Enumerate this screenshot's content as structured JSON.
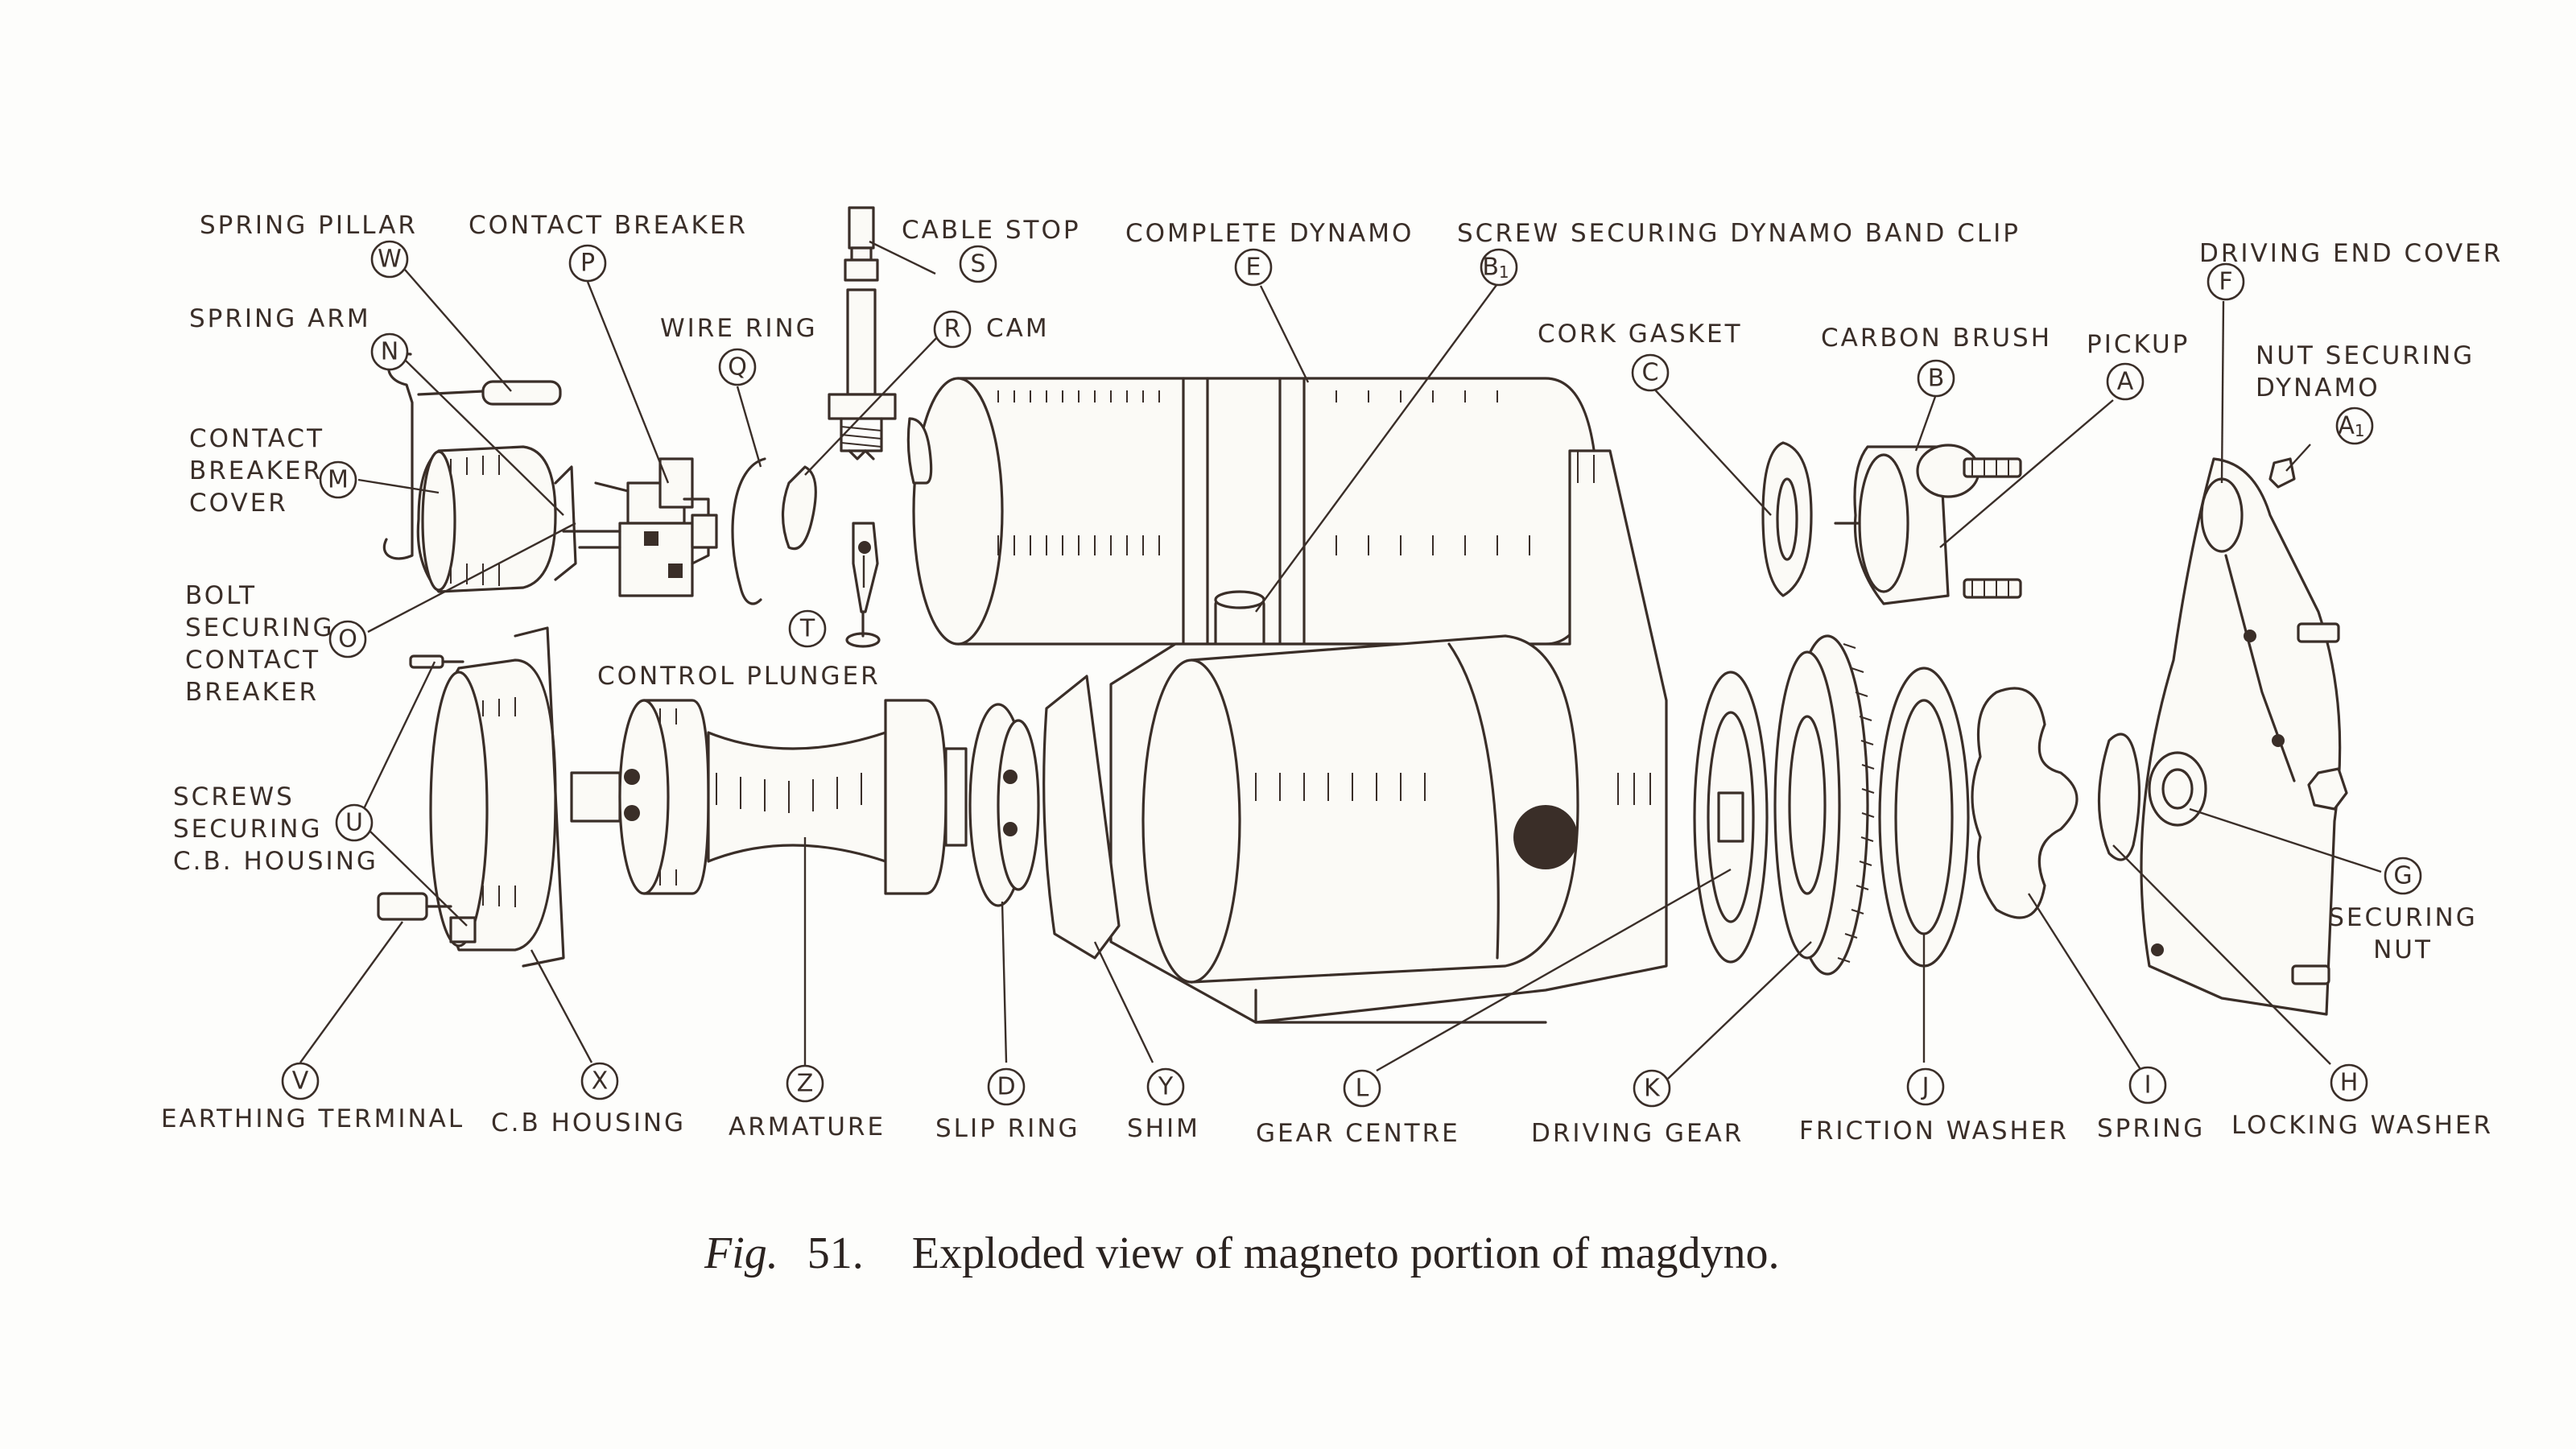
{
  "caption": {
    "fig_label": "Fig.",
    "fig_number": "51.",
    "text": "Exploded view of magneto portion of magdyno."
  },
  "labels": [
    {
      "letter": "W",
      "sub": "",
      "lines": [
        "SPRING PILLAR"
      ]
    },
    {
      "letter": "P",
      "sub": "",
      "lines": [
        "CONTACT BREAKER"
      ]
    },
    {
      "letter": "S",
      "sub": "",
      "lines": [
        "CABLE STOP"
      ]
    },
    {
      "letter": "E",
      "sub": "",
      "lines": [
        "COMPLETE DYNAMO"
      ]
    },
    {
      "letter": "B",
      "sub": "1",
      "lines": [
        "SCREW SECURING DYNAMO BAND CLIP"
      ]
    },
    {
      "letter": "F",
      "sub": "",
      "lines": [
        "DRIVING END COVER"
      ]
    },
    {
      "letter": "N",
      "sub": "",
      "lines": [
        "SPRING ARM"
      ]
    },
    {
      "letter": "Q",
      "sub": "",
      "lines": [
        "WIRE RING"
      ]
    },
    {
      "letter": "R",
      "sub": "",
      "lines": [
        "CAM"
      ]
    },
    {
      "letter": "C",
      "sub": "",
      "lines": [
        "CORK GASKET"
      ]
    },
    {
      "letter": "B",
      "sub": "",
      "lines": [
        "CARBON BRUSH"
      ]
    },
    {
      "letter": "A",
      "sub": "",
      "lines": [
        "PICKUP"
      ]
    },
    {
      "letter": "A",
      "sub": "1",
      "lines": [
        "NUT SECURING",
        "DYNAMO"
      ]
    },
    {
      "letter": "M",
      "sub": "",
      "lines": [
        "CONTACT",
        "BREAKER",
        "COVER"
      ]
    },
    {
      "letter": "O",
      "sub": "",
      "lines": [
        "BOLT",
        "SECURING",
        "CONTACT",
        "BREAKER"
      ]
    },
    {
      "letter": "T",
      "sub": "",
      "lines": []
    },
    {
      "letter": "U",
      "sub": "",
      "lines": [
        "SCREWS",
        "SECURING",
        "C.B. HOUSING"
      ]
    },
    {
      "letter": "",
      "sub": "",
      "lines": [
        "CONTROL PLUNGER"
      ]
    },
    {
      "letter": "G",
      "sub": "",
      "lines": [
        "SECURING",
        "NUT"
      ]
    },
    {
      "letter": "V",
      "sub": "",
      "lines": [
        "EARTHING TERMINAL"
      ]
    },
    {
      "letter": "X",
      "sub": "",
      "lines": [
        "C.B HOUSING"
      ]
    },
    {
      "letter": "Z",
      "sub": "",
      "lines": [
        "ARMATURE"
      ]
    },
    {
      "letter": "D",
      "sub": "",
      "lines": [
        "SLIP RING"
      ]
    },
    {
      "letter": "Y",
      "sub": "",
      "lines": [
        "SHIM"
      ]
    },
    {
      "letter": "L",
      "sub": "",
      "lines": [
        "GEAR CENTRE"
      ]
    },
    {
      "letter": "K",
      "sub": "",
      "lines": [
        "DRIVING GEAR"
      ]
    },
    {
      "letter": "J",
      "sub": "",
      "lines": [
        "FRICTION WASHER"
      ]
    },
    {
      "letter": "I",
      "sub": "",
      "lines": [
        "SPRING"
      ]
    },
    {
      "letter": "H",
      "sub": "",
      "lines": [
        "LOCKING WASHER"
      ]
    }
  ],
  "colors": {
    "ink": "#3a2e28",
    "paper": "#fdfdfb"
  }
}
